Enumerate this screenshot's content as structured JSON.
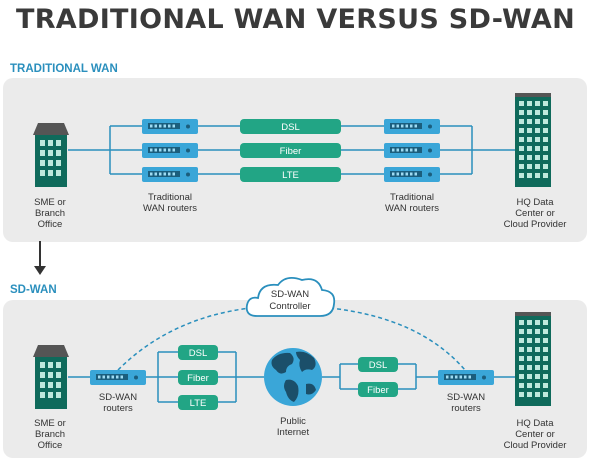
{
  "title": "TRADITIONAL WAN VERSUS SD-WAN",
  "traditional": {
    "label": "TRADITIONAL WAN",
    "branch_caption": "SME or\nBranch\nOffice",
    "routers_left_caption": "Traditional\nWAN routers",
    "routers_right_caption": "Traditional\nWAN routers",
    "hq_caption": "HQ Data\nCenter or\nCloud Provider",
    "links": [
      "DSL",
      "Fiber",
      "LTE"
    ]
  },
  "sdwan": {
    "label": "SD-WAN",
    "controller_line1": "SD-WAN",
    "controller_line2": "Controller",
    "branch_caption": "SME or\nBranch\nOffice",
    "router_left_caption": "SD-WAN\nrouters",
    "router_right_caption": "SD-WAN\nrouters",
    "internet_caption": "Public\nInternet",
    "hq_caption": "HQ Data\nCenter or\nCloud Provider",
    "left_links": [
      "DSL",
      "Fiber",
      "LTE"
    ],
    "right_links": [
      "DSL",
      "Fiber"
    ]
  },
  "colors": {
    "accent": "#2a8fbd",
    "pill": "#22a585",
    "router": "#3aa6d8",
    "building": "#0f6a5b",
    "roof": "#555555",
    "panel": "#ebebeb"
  }
}
